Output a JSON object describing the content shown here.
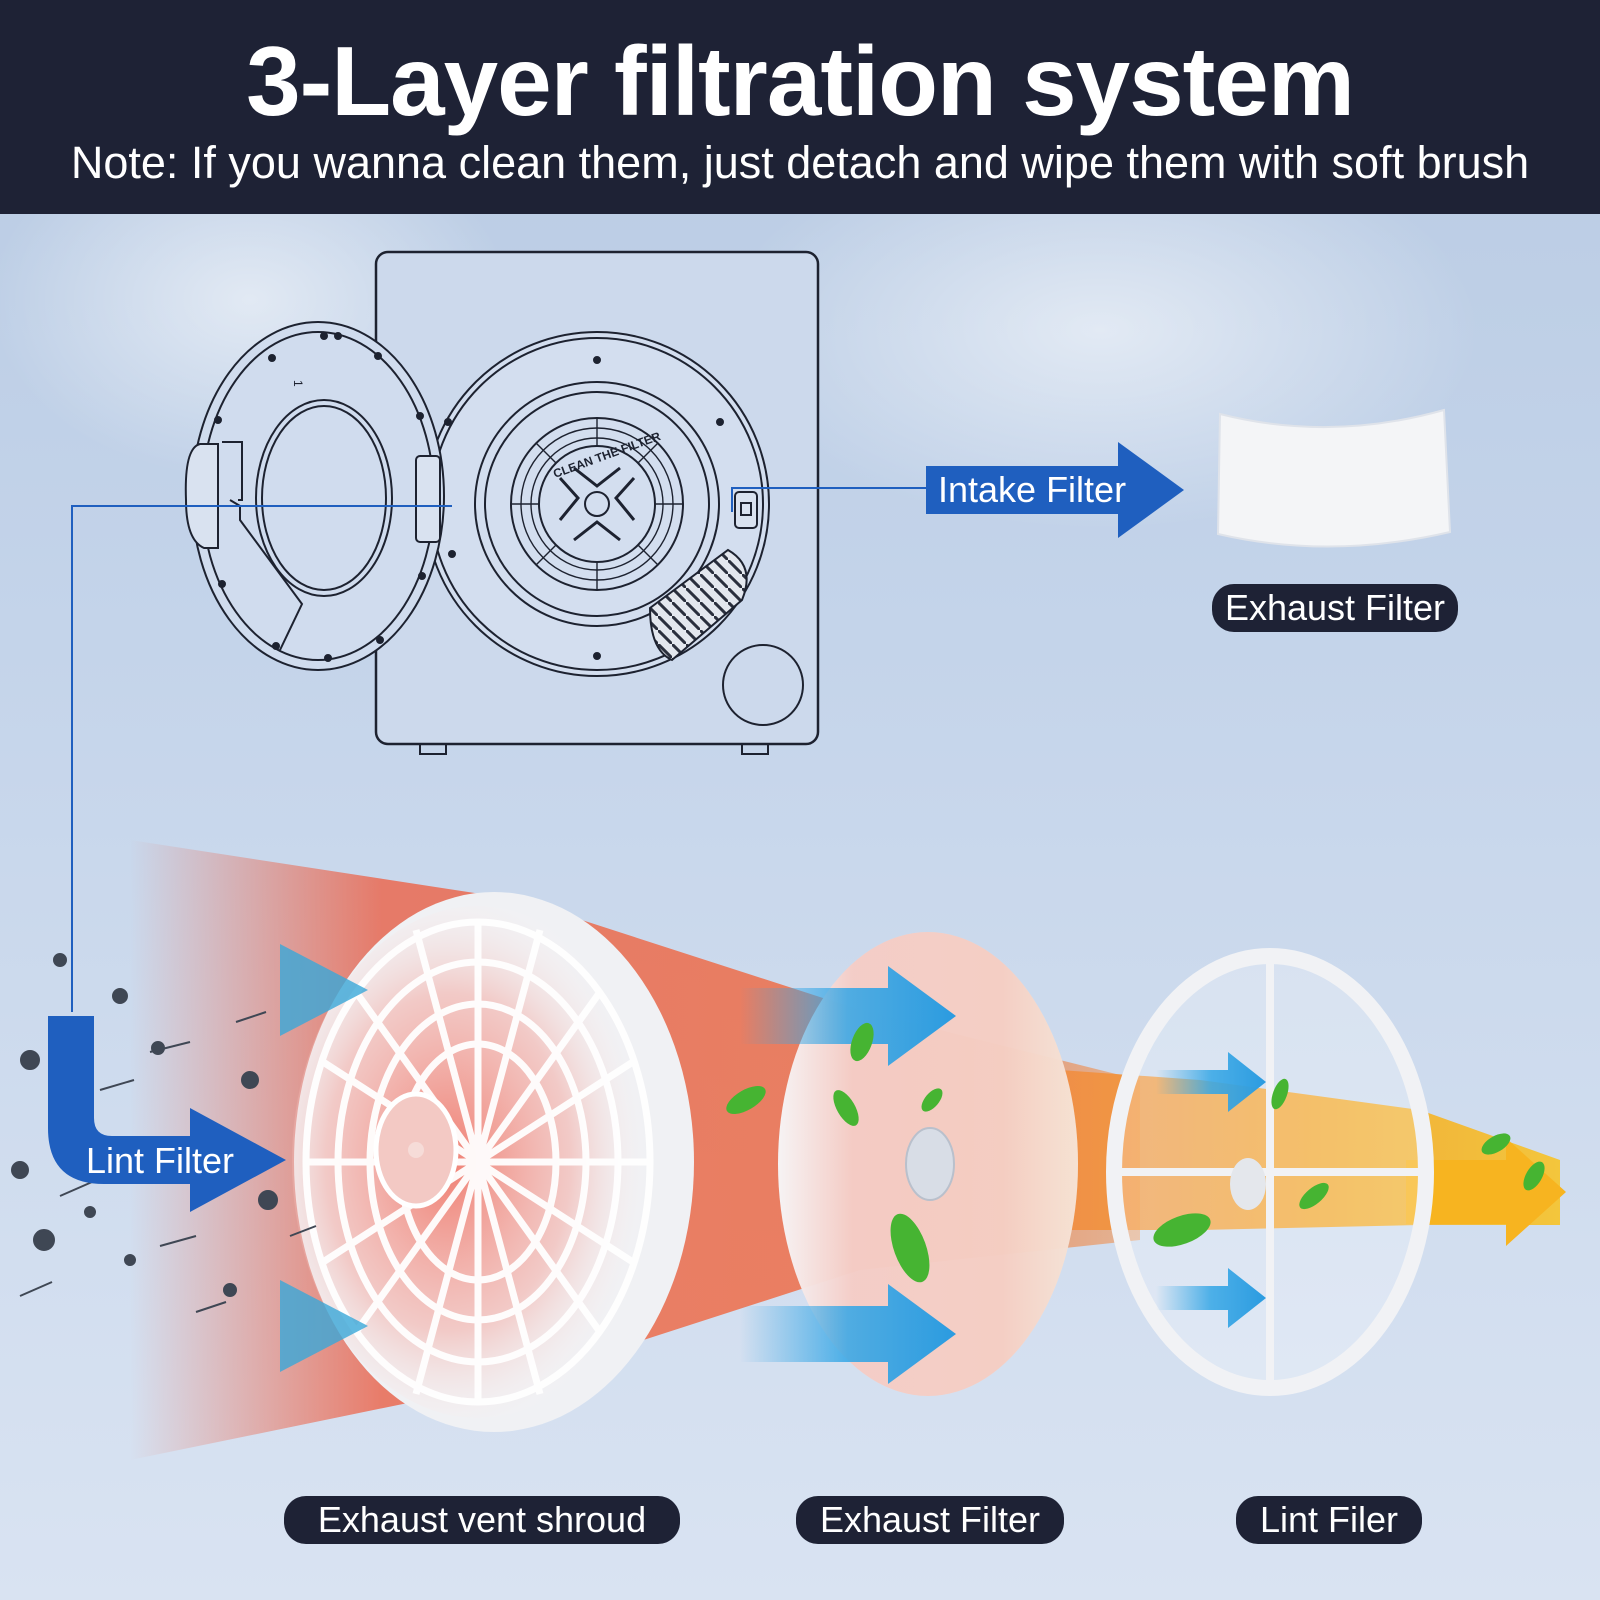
{
  "header": {
    "title": "3-Layer filtration system",
    "subtitle": "Note: If you wanna clean them, just detach and wipe them with soft brush"
  },
  "dryer": {
    "door_mark": "1",
    "drum_text": "CLEAN THE FILTER"
  },
  "callouts": {
    "intake_filter": "Intake Filter",
    "lint_filter": "Lint Filter"
  },
  "pills": {
    "top_exhaust_filter": "Exhaust Filter",
    "exhaust_vent_shroud": "Exhaust vent  shroud",
    "exhaust_filter": "Exhaust Filter",
    "lint_filer": "Lint Filer"
  },
  "colors": {
    "header_bg": "#1e2235",
    "callout_blue": "#1f5fbf",
    "air_blue": "#33a6e6",
    "hot_red": "#ef5a3c",
    "warm_orange": "#f6a21a",
    "leaf_green": "#46b432"
  }
}
